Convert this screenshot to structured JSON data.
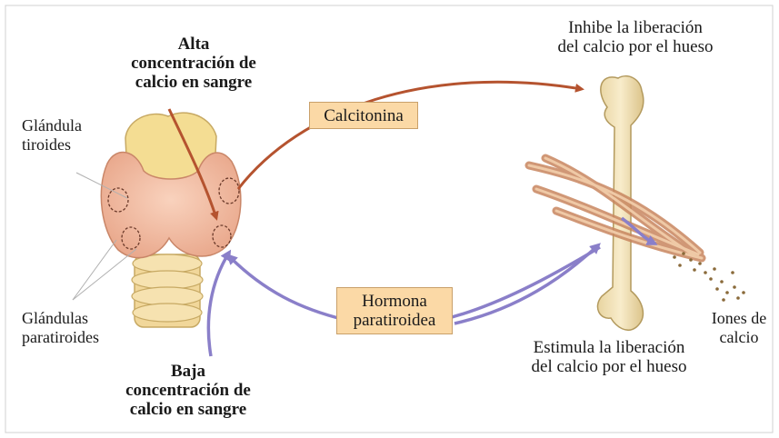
{
  "labels": {
    "high_calcium": [
      "Alta",
      "concentración de",
      "calcio en sangre"
    ],
    "low_calcium": [
      "Baja",
      "concentración de",
      "calcio en sangre"
    ],
    "thyroid": [
      "Glándula",
      "tiroides"
    ],
    "parathyroid": [
      "Glándulas",
      "paratiroides"
    ],
    "inhibit": [
      "Inhibe la liberación",
      "del calcio por el hueso"
    ],
    "stimulate": [
      "Estimula la liberación",
      "del calcio por el hueso"
    ],
    "ions": [
      "Iones de",
      "calcio"
    ]
  },
  "hormones": {
    "calcitonin": "Calcitonina",
    "pth": [
      "Hormona",
      "paratiroidea"
    ]
  },
  "colors": {
    "calcitonin_arrow": "#b5532f",
    "pth_arrow": "#8a7fc9",
    "hormone_box": "#fbd9a6",
    "thyroid": "#f2b9a0",
    "cartilage": "#f1d79a",
    "bone": "#f3e6c0"
  }
}
